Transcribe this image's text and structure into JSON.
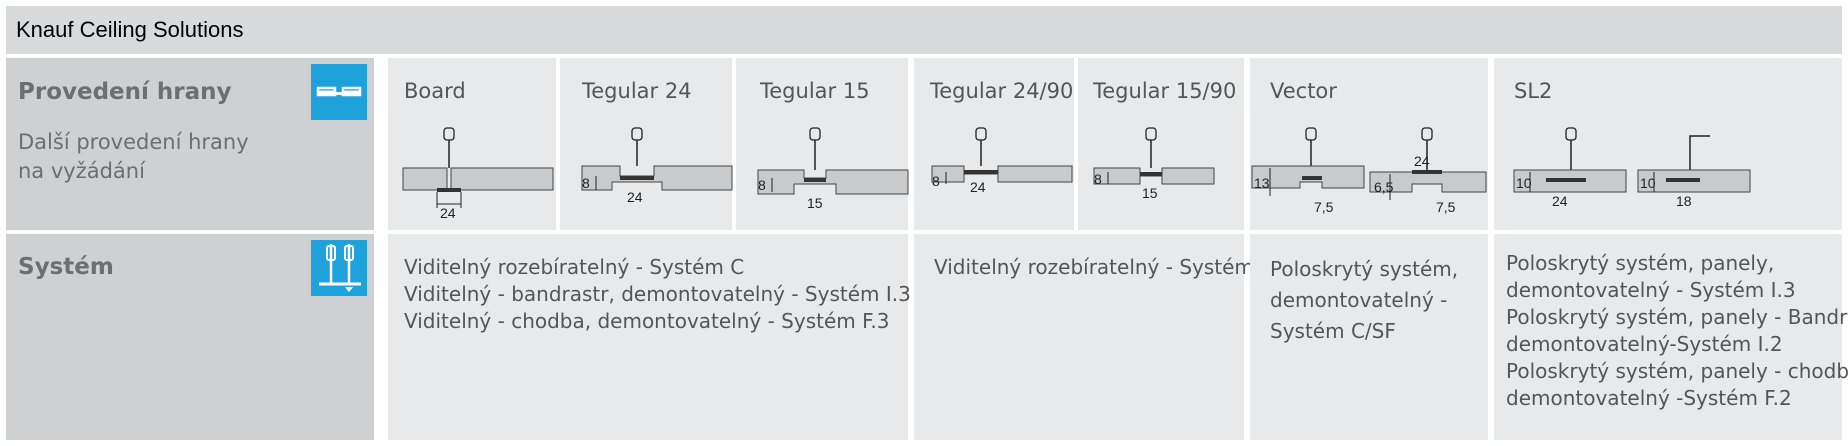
{
  "header": {
    "title": "Knauf Ceiling Solutions"
  },
  "edge_row": {
    "title": "Provedení hrany",
    "subtitle_lines": [
      "Další provedení hrany",
      "na vyžádání"
    ],
    "icon": "edge-profile-icon"
  },
  "system_row": {
    "title": "Systém",
    "icon": "suspension-system-icon"
  },
  "edges": [
    {
      "label": "Board",
      "dims": [
        "24"
      ]
    },
    {
      "label": "Tegular 24",
      "dims": [
        "8",
        "24"
      ]
    },
    {
      "label": "Tegular 15",
      "dims": [
        "8",
        "15"
      ]
    },
    {
      "label": "Tegular 24/90",
      "dims": [
        "8",
        "24"
      ]
    },
    {
      "label": "Tegular 15/90",
      "dims": [
        "8",
        "15"
      ]
    },
    {
      "label": "Vector",
      "dims": [
        "13",
        "7,5",
        "6,5",
        "24",
        "7,5"
      ]
    },
    {
      "label": "SL2",
      "dims": [
        "10",
        "24",
        "10",
        "18"
      ]
    }
  ],
  "systems": [
    {
      "lines": [
        "Viditelný rozebíratelný - Systém C",
        "Viditelný - bandrastr, demontovatelný - Systém I.3",
        "Viditelný - chodba, demontovatelný - Systém F.3"
      ]
    },
    {
      "lines": [
        "Viditelný rozebíratelný - Systém C"
      ]
    },
    {
      "lines": [
        "Poloskrytý systém,",
        "demontovatelný -",
        "Systém C/SF"
      ]
    },
    {
      "lines": [
        "Poloskrytý systém, panely,",
        "demontovatelný - Systém I.3",
        "Poloskrytý systém, panely - Bandrastr,",
        "demontovatelný-Systém I.2",
        "Poloskrytý systém, panely - chodba,",
        "demontovatelný -Systém F.2"
      ]
    }
  ],
  "colors": {
    "header_bg": "#d9dadc",
    "label_bg": "#cfd0d2",
    "cell_bg": "#e8e9ea",
    "icon_bg": "#1fa1dc",
    "text": "#555555"
  }
}
